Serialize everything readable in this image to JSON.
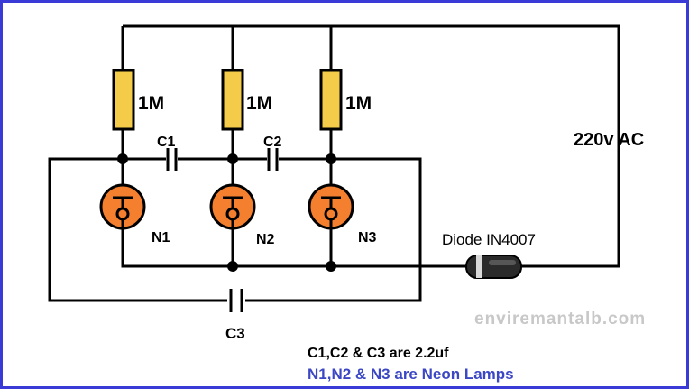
{
  "resistors": [
    {
      "value": "1M"
    },
    {
      "value": "1M"
    },
    {
      "value": "1M"
    }
  ],
  "capacitors": [
    {
      "label": "C1"
    },
    {
      "label": "C2"
    },
    {
      "label": "C3"
    }
  ],
  "lamps": [
    {
      "label": "N1"
    },
    {
      "label": "N2"
    },
    {
      "label": "N3"
    }
  ],
  "supply": {
    "label": "220v AC"
  },
  "diode": {
    "label": "Diode IN4007"
  },
  "notes": {
    "capacitors": "C1,C2 & C3 are 2.2uf",
    "lamps": "N1,N2 & N3 are Neon Lamps"
  },
  "watermark": "enviremantalb.com",
  "colors": {
    "border": "#3a3ad6",
    "resistor": "#f4cc4a",
    "lamp": "#f47f2e",
    "lamp_note": "#3b47c4",
    "watermark": "#c8c8c8"
  }
}
